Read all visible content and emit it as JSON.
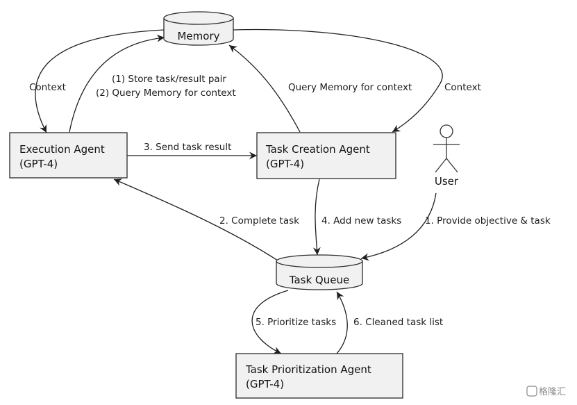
{
  "nodes": {
    "memory": {
      "label": "Memory"
    },
    "execution_agent": {
      "line1": "Execution Agent",
      "line2": "(GPT-4)"
    },
    "task_creation_agent": {
      "line1": "Task Creation Agent",
      "line2": "(GPT-4)"
    },
    "task_queue": {
      "label": "Task Queue"
    },
    "task_prioritization_agent": {
      "line1": "Task Prioritization Agent",
      "line2": "(GPT-4)"
    },
    "user": {
      "label": "User"
    }
  },
  "edges": {
    "memory_to_execution": "Context",
    "execution_to_memory_1": "(1) Store task/result pair",
    "execution_to_memory_2": "(2) Query Memory for context",
    "creation_to_memory": "Query Memory for context",
    "memory_to_creation": "Context",
    "execution_to_creation": "3. Send task result",
    "queue_to_execution": "2. Complete task",
    "creation_to_queue": "4. Add new tasks",
    "user_to_queue": "1. Provide objective & task",
    "queue_to_prioritization": "5. Prioritize tasks",
    "prioritization_to_queue": "6. Cleaned task list"
  },
  "watermark": {
    "text": "格隆汇"
  }
}
